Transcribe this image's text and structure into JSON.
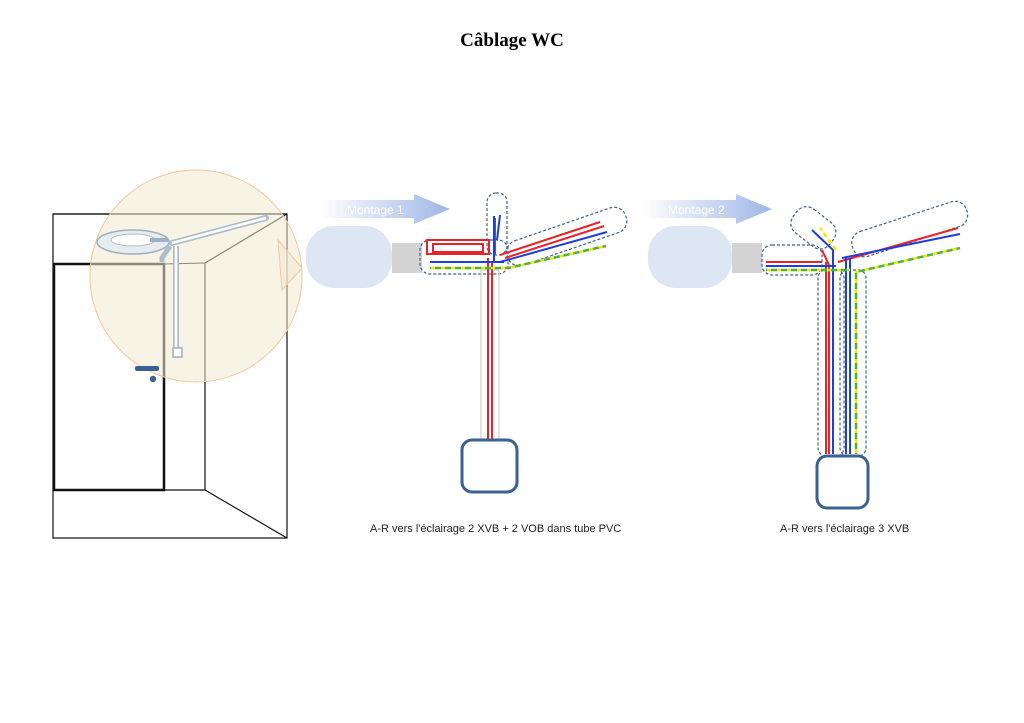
{
  "page": {
    "title": "Câblage WC"
  },
  "montage1": {
    "label": "Montage 1",
    "caption": "A-R vers l'éclairage 2 XVB + 2 VOB dans tube PVC"
  },
  "montage2": {
    "label": "Montage 2",
    "caption": "A-R vers l'éclairage 3 XVB"
  },
  "colors": {
    "phase": "#e8232a",
    "neutral": "#1f3fd6",
    "earth_green": "#4caf50",
    "earth_yellow": "#f2e600",
    "conduit": "#3f6287",
    "box": "#3a6290",
    "arrow": "#a9bde8"
  }
}
